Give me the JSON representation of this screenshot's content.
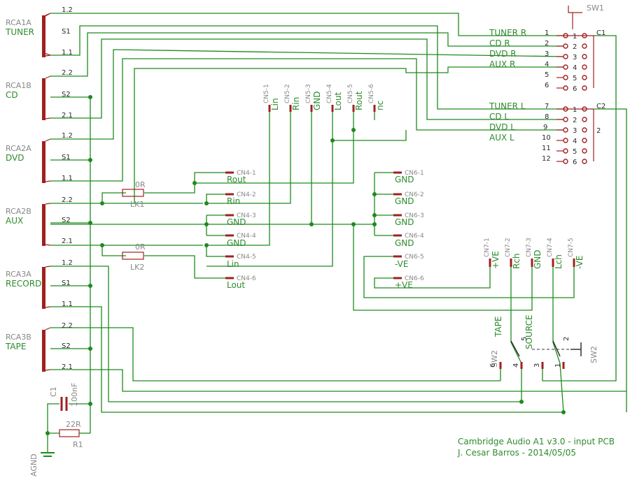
{
  "rca_connectors": [
    {
      "name": "RCA1A",
      "label": "TUNER",
      "pins": [
        "1.2",
        "S1",
        "1.1"
      ]
    },
    {
      "name": "RCA1B",
      "label": "CD",
      "pins": [
        "2.2",
        "S2",
        "2.1"
      ]
    },
    {
      "name": "RCA2A",
      "label": "DVD",
      "pins": [
        "1.2",
        "S1",
        "1.1"
      ]
    },
    {
      "name": "RCA2B",
      "label": "AUX",
      "pins": [
        "2.2",
        "S2",
        "2.1"
      ]
    },
    {
      "name": "RCA3A",
      "label": "RECORD",
      "pins": [
        "1.2",
        "S1",
        "1.1"
      ]
    },
    {
      "name": "RCA3B",
      "label": "TAPE",
      "pins": [
        "2.2",
        "S2",
        "2.1"
      ]
    }
  ],
  "sw1": {
    "name": "SW1",
    "c1": "C1",
    "c2": "C2",
    "right_nets": [
      "TUNER R",
      "CD R",
      "DVD R",
      "AUX R"
    ],
    "right_pins": [
      "1",
      "2",
      "3",
      "4",
      "5",
      "6"
    ],
    "left_nets": [
      "TUNER L",
      "CD L",
      "DVD L",
      "AUX L"
    ],
    "left_pins": [
      "7",
      "8",
      "9",
      "10",
      "11",
      "12"
    ],
    "contacts": [
      "1",
      "2",
      "3",
      "4",
      "5",
      "6"
    ],
    "c1_wiper": "1",
    "c2_wiper": "2"
  },
  "cn5": [
    {
      "pin": "CN5-1",
      "net": "Lin"
    },
    {
      "pin": "CN5-2",
      "net": "Rin"
    },
    {
      "pin": "CN5-3",
      "net": "GND"
    },
    {
      "pin": "CN5-4",
      "net": "Lout"
    },
    {
      "pin": "CN5-5",
      "net": "Rout"
    },
    {
      "pin": "CN5-6",
      "net": "nc"
    }
  ],
  "cn4": [
    {
      "pin": "CN4-1",
      "net": "Rout"
    },
    {
      "pin": "CN4-2",
      "net": "Rin"
    },
    {
      "pin": "CN4-3",
      "net": "GND"
    },
    {
      "pin": "CN4-4",
      "net": "GND"
    },
    {
      "pin": "CN4-5",
      "net": "Lin"
    },
    {
      "pin": "CN4-6",
      "net": "Lout"
    }
  ],
  "cn6": [
    {
      "pin": "CN6-1",
      "net": "GND"
    },
    {
      "pin": "CN6-2",
      "net": "GND"
    },
    {
      "pin": "CN6-3",
      "net": "GND"
    },
    {
      "pin": "CN6-4",
      "net": "GND"
    },
    {
      "pin": "CN6-5",
      "net": "-VE"
    },
    {
      "pin": "CN6-6",
      "net": "+VE"
    }
  ],
  "cn7": [
    {
      "pin": "CN7-1",
      "net": "+VE"
    },
    {
      "pin": "CN7-2",
      "net": "Rch"
    },
    {
      "pin": "CN7-3",
      "net": "GND"
    },
    {
      "pin": "CN7-4",
      "net": "Lch"
    },
    {
      "pin": "CN7-5",
      "net": "-VE"
    }
  ],
  "lk1": {
    "value": "0R",
    "name": "LK1"
  },
  "lk2": {
    "value": "0R",
    "name": "LK2"
  },
  "sw2": {
    "name": "SW2",
    "tape": "TAPE",
    "source": "SOURCE",
    "pins": [
      "5",
      "6",
      "4",
      "3",
      "1",
      "2"
    ]
  },
  "c1": {
    "name": "C1",
    "value": "100nF"
  },
  "r1": {
    "name": "R1",
    "value": "22R"
  },
  "agnd": "AGND",
  "credits": {
    "line1": "Cambridge Audio A1 v3.0 - input PCB",
    "line2": "J. Cesar Barros - 2014/05/05"
  }
}
